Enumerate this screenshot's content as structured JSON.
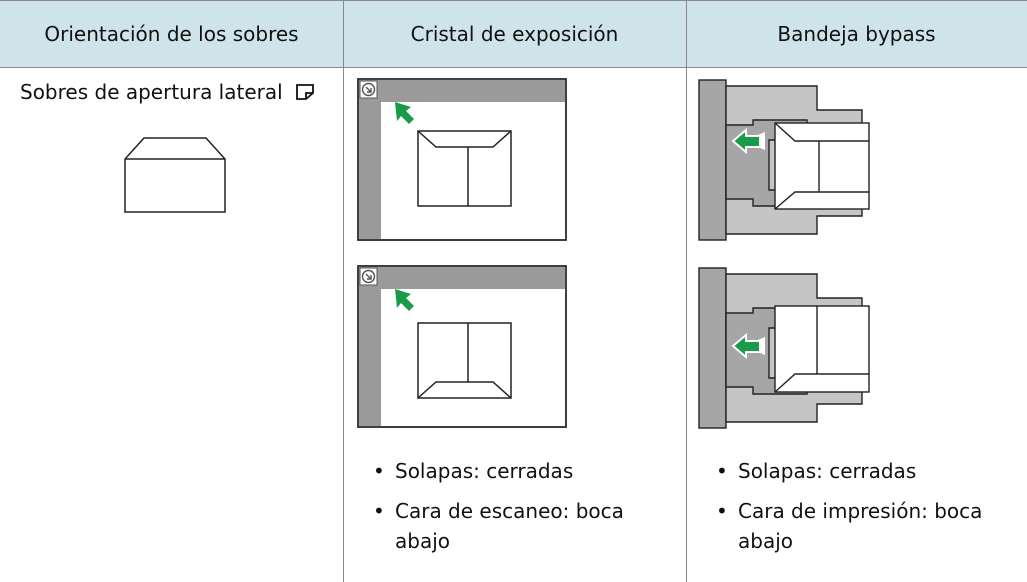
{
  "table": {
    "headers": [
      "Orientación de los sobres",
      "Cristal de exposición",
      "Bandeja bypass"
    ],
    "row": {
      "orientation_label": "Sobres de apertura lateral",
      "orientation_icon": "envelope-flap-icon",
      "glass_notes": [
        "Solapas: cerradas",
        "Cara de escaneo: boca abajo"
      ],
      "bypass_notes": [
        "Solapas: cerradas",
        "Cara de impresión: boca abajo"
      ]
    }
  },
  "colors": {
    "header_bg": "#cfe3ea",
    "arrow_green": "#1a9b4a",
    "tray_gray": "#a6a6a6",
    "glass_frame": "#9a9a9a"
  }
}
